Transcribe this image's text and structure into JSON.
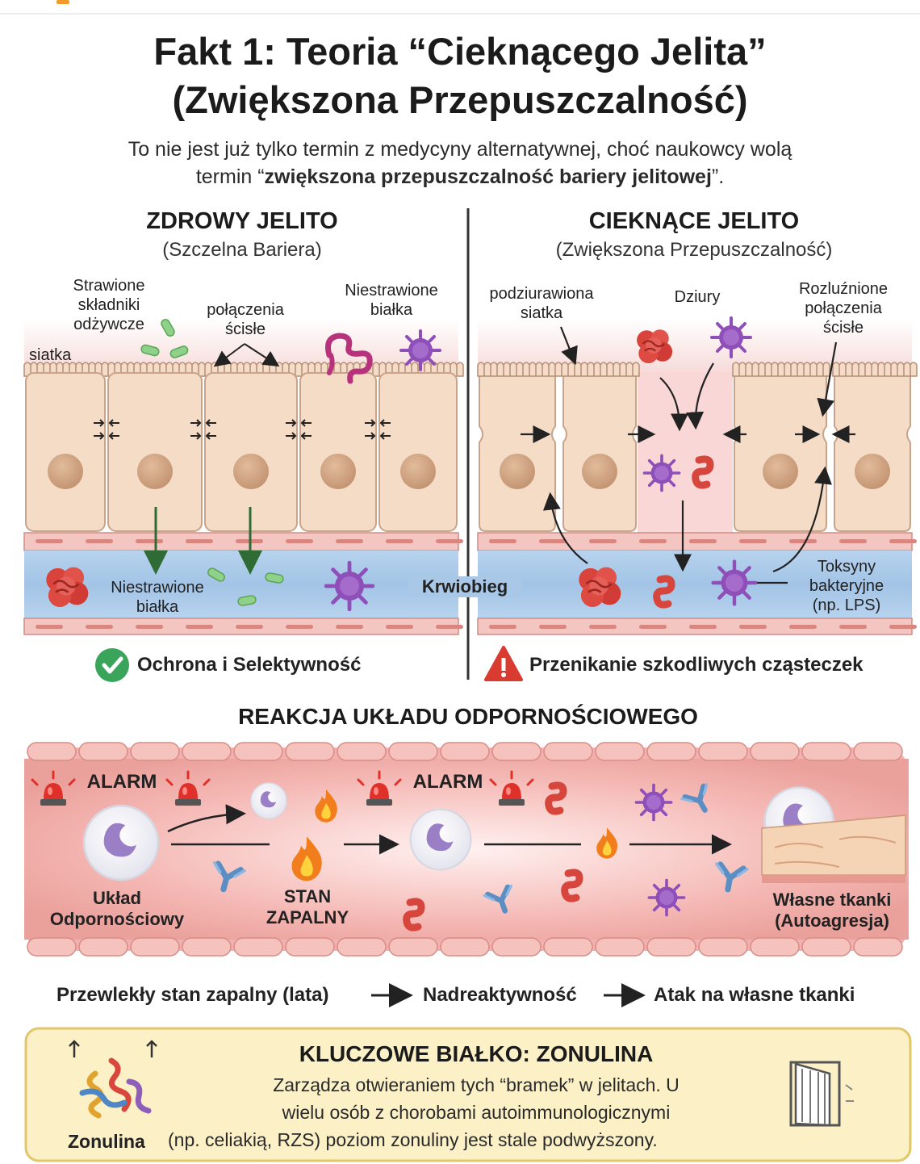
{
  "header": {
    "title_line1": "Fakt 1: Teoria “Cieknącego Jelita”",
    "title_line2": "(Zwiększona Przepuszczalność)",
    "subtitle_line1": "To nie jest już tylko termin z medycyny alternatywnej, choć naukowcy wolą",
    "subtitle_line2_pre": "termin “",
    "subtitle_line2_bold": "zwiększona przepuszczalność bariery jelitowej",
    "subtitle_line2_post": "”."
  },
  "healthy": {
    "title": "ZDROWY JELITO",
    "subtitle": "(Szczelna Bariera)",
    "label_nutrients": "Strawione składniki odżywcze",
    "label_nutrients_l1": "Strawione",
    "label_nutrients_l2": "składniki",
    "label_nutrients_l3": "odżywcze",
    "label_junctions_l1": "połączenia",
    "label_junctions_l2": "ścisłe",
    "label_proteins_l1": "Niestrawione",
    "label_proteins_l2": "białka",
    "label_mesh": "siatka",
    "label_blood_proteins_l1": "Niestrawione",
    "label_blood_proteins_l2": "białka",
    "status": "Ochrona i Selektywność"
  },
  "leaky": {
    "title": "CIEKNĄCE JELITO",
    "subtitle": "(Zwiększona Przepuszczalność)",
    "label_mesh_l1": "podziurawiona",
    "label_mesh_l2": "siatka",
    "label_holes": "Dziury",
    "label_loose_l1": "Rozluźnione",
    "label_loose_l2": "połączenia",
    "label_loose_l3": "ścisłe",
    "label_toxins_l1": "Toksyny",
    "label_toxins_l2": "bakteryjne",
    "label_toxins_l3": "(np. LPS)",
    "status": "Przenikanie szkodliwych cząsteczek"
  },
  "bloodstream_label": "Krwiobieg",
  "immune": {
    "title": "REAKCJA UKŁADU ODPORNOŚCIOWEGO",
    "alarm1": "ALARM",
    "alarm2": "ALARM",
    "system_l1": "Układ",
    "system_l2": "Odpornościowy",
    "inflam_l1": "STAN",
    "inflam_l2": "ZAPALNY",
    "tissue_l1": "Własne tkanki",
    "tissue_l2": "(Autoagresja)"
  },
  "chain": {
    "step1": "Przewlekły stan zapalny (lata)",
    "step2": "Nadreaktywność",
    "step3": "Atak na własne tkanki"
  },
  "zonulin": {
    "title": "KLUCZOWE BIAŁKO: ZONULINA",
    "line1": "Zarządza otwieraniem tych “bramek” w jelitach. U",
    "line2": "wielu osób z chorobami autoimmunologicznymi",
    "line3": "(np. celiakią, RZS) poziom zonuliny jest stale podwyższony.",
    "icon_label": "Zonulina"
  },
  "colors": {
    "cell": "#f5dcc6",
    "cell_border": "#c9a48c",
    "nucleus": "#d1a684",
    "blood": "#a8c8e8",
    "vessel_wall": "#f2b4b0",
    "immune_bg": "#f0a9a4",
    "green_ok": "#3aa55a",
    "red_warn": "#d93b30",
    "zonulin_bg": "#fbf0c6"
  }
}
